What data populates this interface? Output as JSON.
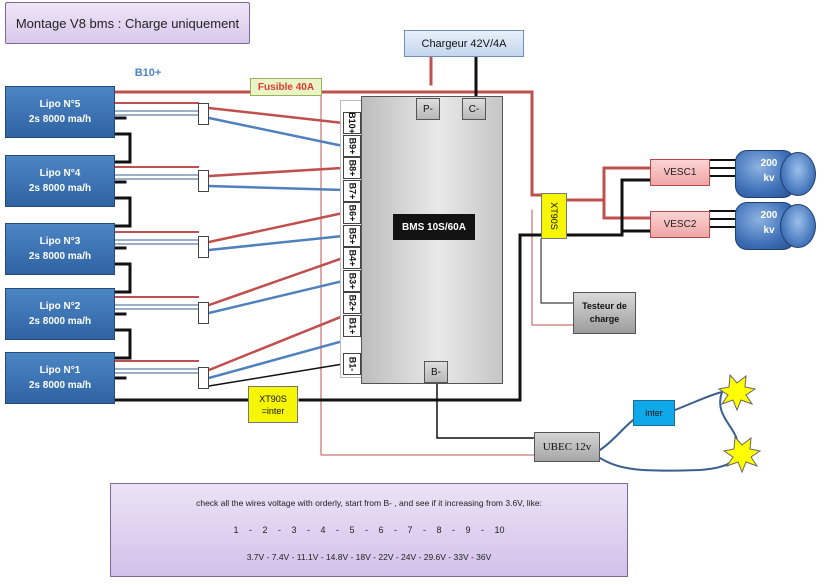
{
  "title": "Montage V8 bms : Charge uniquement",
  "charger": "Chargeur 42V/4A",
  "b10_label": "B10+",
  "fuse": "Fusible 40A",
  "lipos": [
    {
      "name": "Lipo N°5",
      "spec": "2s  8000 ma/h"
    },
    {
      "name": "Lipo N°4",
      "spec": "2s  8000 ma/h"
    },
    {
      "name": "Lipo N°3",
      "spec": "2s  8000 ma/h"
    },
    {
      "name": "Lipo N°2",
      "spec": "2s  8000 ma/h"
    },
    {
      "name": "Lipo N°1",
      "spec": "2s  8000 ma/h"
    }
  ],
  "bms": {
    "label": "BMS 10S/60A",
    "p_minus": "P-",
    "c_minus": "C-",
    "b_minus": "B-",
    "pins": [
      "B10+",
      "B9+",
      "B8+",
      "B7+",
      "B6+",
      "B5+",
      "B4+",
      "B3+",
      "B2+",
      "B1+",
      "B1-"
    ]
  },
  "xt90_top": "XT90S",
  "xt90_bottom": {
    "line1": "XT90S",
    "line2": "=inter"
  },
  "tester": {
    "line1": "Testeur de",
    "line2": "charge"
  },
  "vescs": [
    "VESC1",
    "VESC2"
  ],
  "motors": [
    {
      "line1": "200",
      "line2": "kv"
    },
    {
      "line1": "200",
      "line2": "kv"
    }
  ],
  "ubec": "UBEC 12v",
  "inter": "inter",
  "note": {
    "line1": "check all the wires voltage with orderly, start from B- , and see if it increasing from 3.6V, like:",
    "line2": "1  -  2  -  3   -  4  -  5 - 6  - 7  -  8  -  9 - 10",
    "line3": "3.7V - 7.4V - 11.1V -  14.8V - 18V - 22V - 24V - 29.6V -  33V -  36V"
  },
  "colors": {
    "wire_red": "#c0504d",
    "wire_black": "#111111",
    "wire_blue": "#4f81bd",
    "wire_gray": "#9bb0c8",
    "spark": "#ffff00"
  }
}
